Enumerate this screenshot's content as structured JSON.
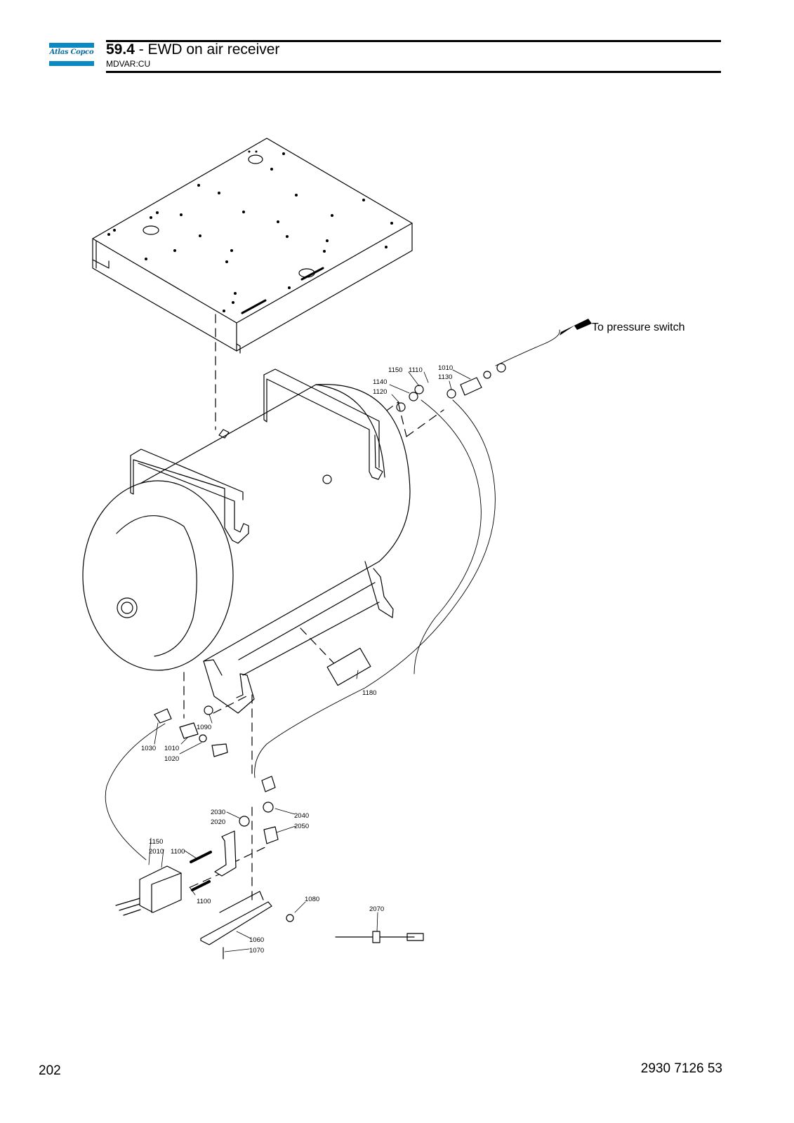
{
  "header": {
    "logo_text": "Atlas Copco",
    "section_number": "59.4",
    "section_title": " - EWD on air receiver",
    "subtitle": "MDVAR:CU"
  },
  "drawing": {
    "annotation": "To pressure switch",
    "callouts": [
      "1150",
      "1110",
      "1010",
      "1130",
      "1140",
      "1120",
      "1180",
      "1090",
      "1030",
      "1010",
      "1020",
      "2030",
      "2020",
      "2040",
      "2050",
      "1150",
      "2010",
      "1100",
      "1100",
      "1080",
      "2070",
      "1060",
      "1070"
    ]
  },
  "footer": {
    "page_number": "202",
    "doc_number": "2930 7126 53"
  }
}
